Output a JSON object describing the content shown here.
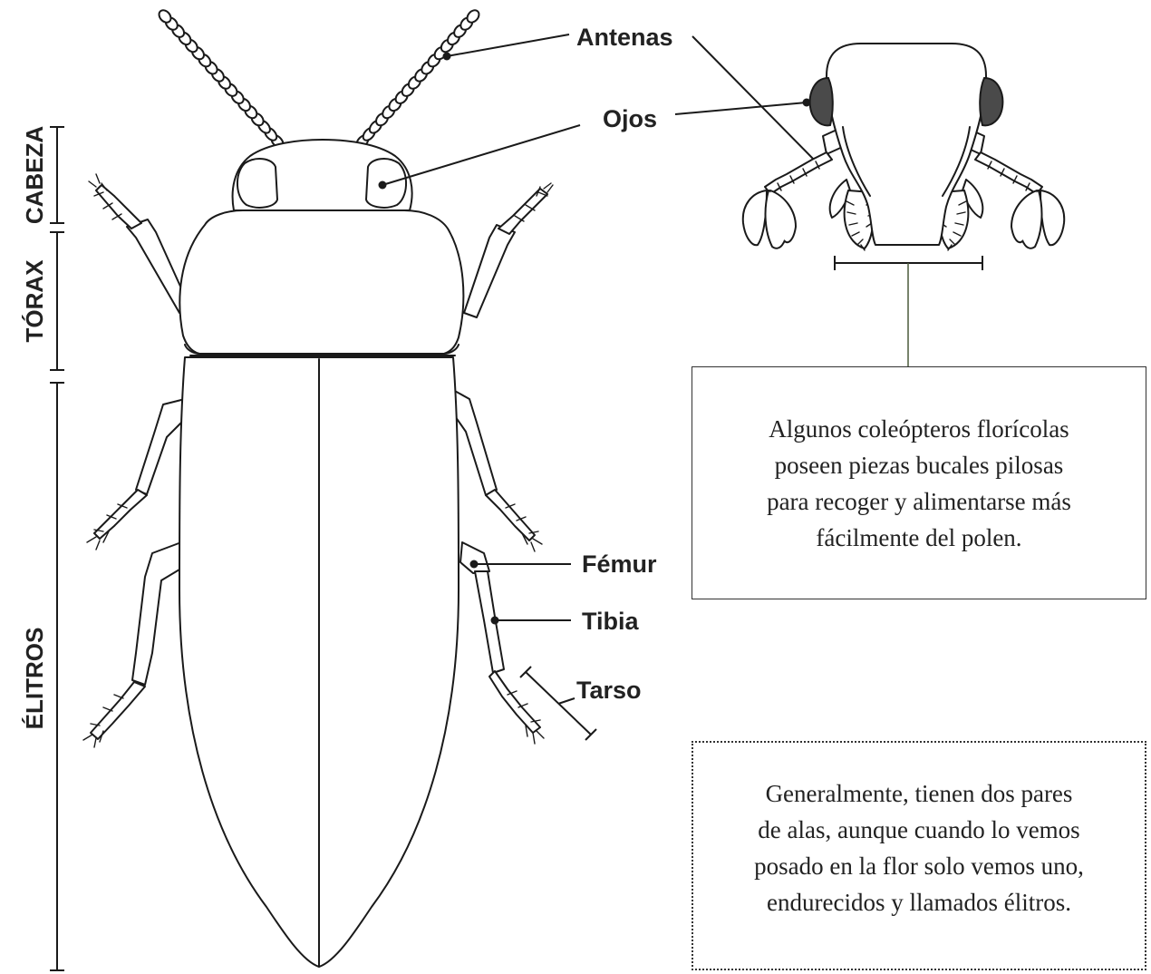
{
  "labels": {
    "antennae": "Antenas",
    "eyes": "Ojos",
    "femur": "Fémur",
    "tibia": "Tibia",
    "tarsus": "Tarso"
  },
  "body_regions": {
    "head": "CABEZA",
    "thorax": "TÓRAX",
    "elytra": "ÉLITROS"
  },
  "notes": {
    "mouthparts": "Algunos coleópteros florícolas\nposeen piezas bucales pilosas\npara recoger y alimentarse más\nfácilmente del polen.",
    "wings": "Generalmente, tienen dos pares\nde alas, aunque cuando lo vemos\nposado en la flor solo vemos uno,\nendurecidos y llamados élitros."
  }
}
